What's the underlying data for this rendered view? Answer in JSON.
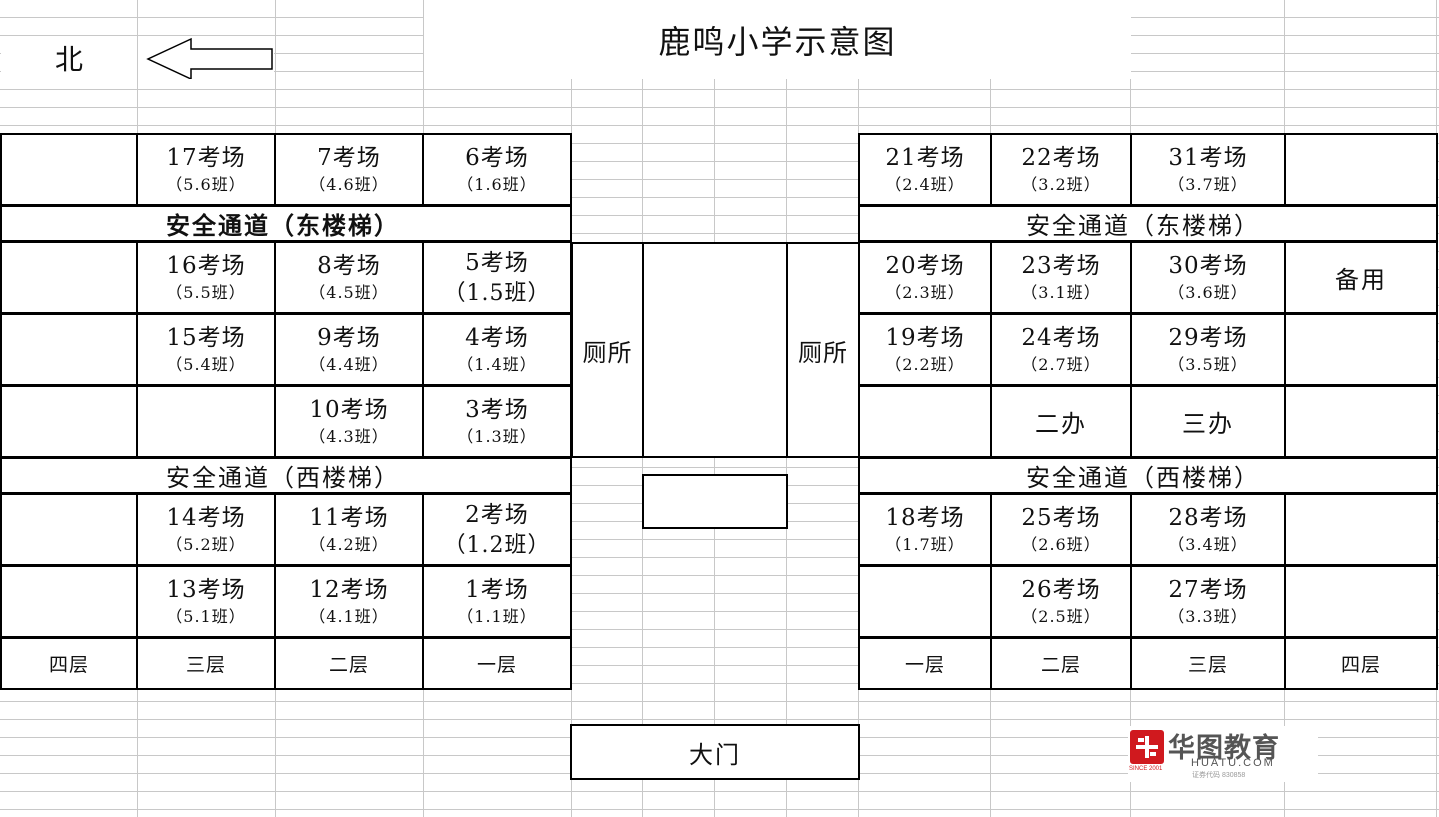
{
  "title": "鹿鸣小学示意图",
  "north_label": "北",
  "corridors": {
    "east_stairs": "安全通道（东楼梯）",
    "west_stairs": "安全通道（西楼梯）"
  },
  "left_wing": {
    "rows": [
      [
        {
          "name": "",
          "cls": ""
        },
        {
          "name": "17考场",
          "cls": "（5.6班）"
        },
        {
          "name": "7考场",
          "cls": "（4.6班）"
        },
        {
          "name": "6考场",
          "cls": "（1.6班）"
        }
      ],
      [
        {
          "name": "",
          "cls": ""
        },
        {
          "name": "16考场",
          "cls": "（5.5班）"
        },
        {
          "name": "8考场",
          "cls": "（4.5班）"
        },
        {
          "name": "5考场",
          "cls": "（1.5班）"
        }
      ],
      [
        {
          "name": "",
          "cls": ""
        },
        {
          "name": "15考场",
          "cls": "（5.4班）"
        },
        {
          "name": "9考场",
          "cls": "（4.4班）"
        },
        {
          "name": "4考场",
          "cls": "（1.4班）"
        }
      ],
      [
        {
          "name": "",
          "cls": ""
        },
        {
          "name": "",
          "cls": ""
        },
        {
          "name": "10考场",
          "cls": "（4.3班）"
        },
        {
          "name": "3考场",
          "cls": "（1.3班）"
        }
      ],
      [
        {
          "name": "",
          "cls": ""
        },
        {
          "name": "14考场",
          "cls": "（5.2班）"
        },
        {
          "name": "11考场",
          "cls": "（4.2班）"
        },
        {
          "name": "2考场",
          "cls": "（1.2班）"
        }
      ],
      [
        {
          "name": "",
          "cls": ""
        },
        {
          "name": "13考场",
          "cls": "（5.1班）"
        },
        {
          "name": "12考场",
          "cls": "（4.1班）"
        },
        {
          "name": "1考场",
          "cls": "（1.1班）"
        }
      ]
    ],
    "floors": [
      "四层",
      "三层",
      "二层",
      "一层"
    ]
  },
  "right_wing": {
    "rows": [
      [
        {
          "name": "21考场",
          "cls": "（2.4班）"
        },
        {
          "name": "22考场",
          "cls": "（3.2班）"
        },
        {
          "name": "31考场",
          "cls": "（3.7班）"
        },
        {
          "name": "",
          "cls": ""
        }
      ],
      [
        {
          "name": "20考场",
          "cls": "（2.3班）"
        },
        {
          "name": "23考场",
          "cls": "（3.1班）"
        },
        {
          "name": "30考场",
          "cls": "（3.6班）"
        },
        {
          "name": "备用",
          "cls": ""
        }
      ],
      [
        {
          "name": "19考场",
          "cls": "（2.2班）"
        },
        {
          "name": "24考场",
          "cls": "（2.7班）"
        },
        {
          "name": "29考场",
          "cls": "（3.5班）"
        },
        {
          "name": "",
          "cls": ""
        }
      ],
      [
        {
          "name": "",
          "cls": ""
        },
        {
          "name": "二办",
          "cls": ""
        },
        {
          "name": "三办",
          "cls": ""
        },
        {
          "name": "",
          "cls": ""
        }
      ],
      [
        {
          "name": "18考场",
          "cls": "（1.7班）"
        },
        {
          "name": "25考场",
          "cls": "（2.6班）"
        },
        {
          "name": "28考场",
          "cls": "（3.4班）"
        },
        {
          "name": "",
          "cls": ""
        }
      ],
      [
        {
          "name": "",
          "cls": ""
        },
        {
          "name": "26考场",
          "cls": "（2.5班）"
        },
        {
          "name": "27考场",
          "cls": "（3.3班）"
        },
        {
          "name": "",
          "cls": ""
        }
      ]
    ],
    "floors": [
      "一层",
      "二层",
      "三层",
      "四层"
    ]
  },
  "toilets": {
    "left": "厕所",
    "right": "厕所"
  },
  "gate": "大门",
  "logo": {
    "brand": "华图教育",
    "domain": "HUATU.COM",
    "since": "SINCE 2001",
    "code": "证券代码 830858",
    "color": "#d0191e"
  }
}
